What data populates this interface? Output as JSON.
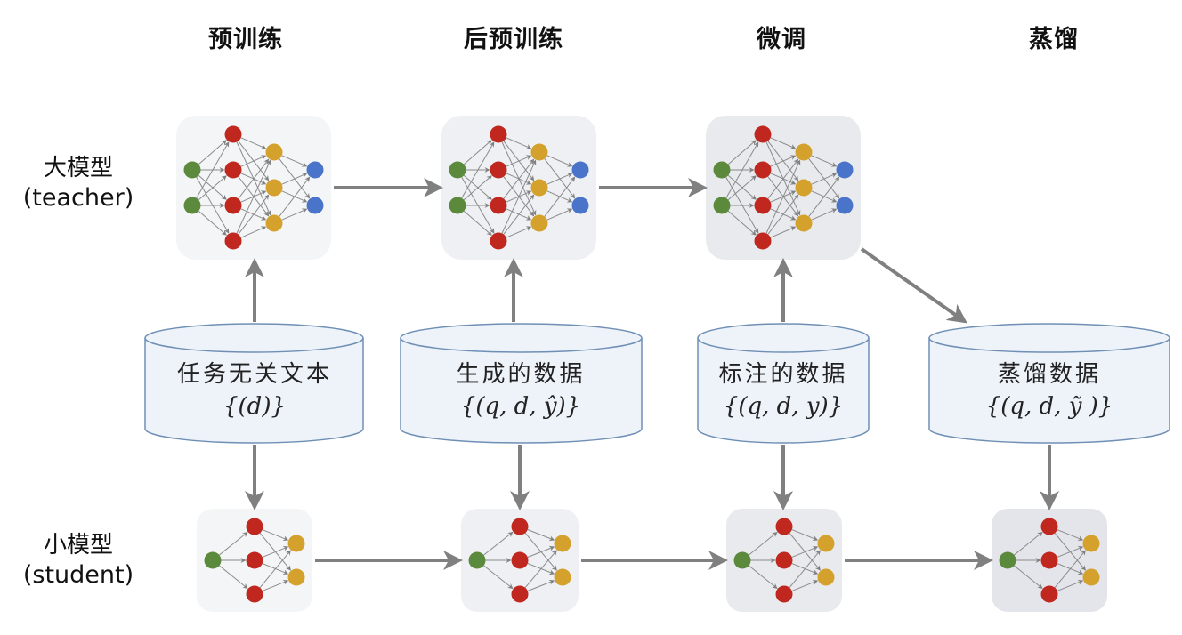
{
  "stages": [
    {
      "id": "pretrain",
      "label": "预训练"
    },
    {
      "id": "post-pretrain",
      "label": "后预训练"
    },
    {
      "id": "finetune",
      "label": "微调"
    },
    {
      "id": "distill",
      "label": "蒸馏"
    }
  ],
  "rows": {
    "teacher": {
      "zh": "大模型",
      "en": "(teacher)"
    },
    "student": {
      "zh": "小模型",
      "en": "(student)"
    }
  },
  "datasets": [
    {
      "id": "task-agnostic-text",
      "label": "任务无关文本",
      "formula": "{(d)}"
    },
    {
      "id": "generated-data",
      "label": "生成的数据",
      "formula": "{(q, d, ŷ)}"
    },
    {
      "id": "labeled-data",
      "label": "标注的数据",
      "formula": "{(q, d, y)}"
    },
    {
      "id": "distilled-data",
      "label": "蒸馏数据",
      "formula": "{(q, d, ỹ )}"
    }
  ],
  "colors": {
    "input_node": "#5b8a3c",
    "hidden1_node": "#c0271f",
    "hidden2_node": "#d4a22c",
    "output_node": "#4a74c9",
    "arrow": "#808080",
    "cylinder_fill": "#eef3fa",
    "cylinder_stroke": "#6f8fb5",
    "box_fills": [
      "#f4f5f7",
      "#eef0f3",
      "#e8eaee",
      "#e3e5ea"
    ]
  },
  "networks": {
    "teacher_layers": [
      2,
      4,
      3,
      2
    ],
    "student_layers": [
      1,
      3,
      2
    ]
  }
}
